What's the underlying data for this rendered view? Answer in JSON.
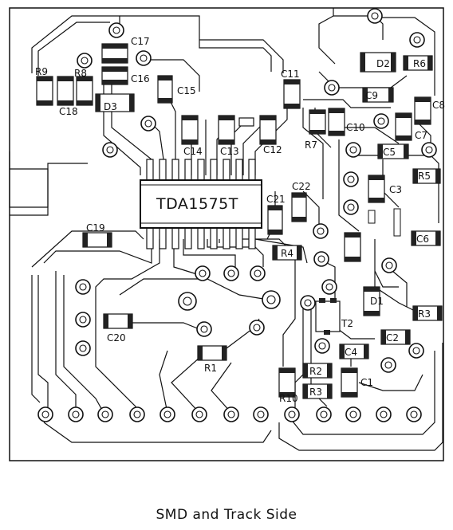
{
  "ic": {
    "label": "TDA1575T"
  },
  "components": [
    {
      "id": "C17",
      "label": "C17"
    },
    {
      "id": "C16",
      "label": "C16"
    },
    {
      "id": "C15",
      "label": "C15"
    },
    {
      "id": "C18",
      "label": "C18"
    },
    {
      "id": "R9",
      "label": "R9"
    },
    {
      "id": "R8",
      "label": "R8"
    },
    {
      "id": "D3",
      "label": "D3"
    },
    {
      "id": "C14",
      "label": "C14"
    },
    {
      "id": "C13",
      "label": "C13"
    },
    {
      "id": "C12",
      "label": "C12"
    },
    {
      "id": "C11",
      "label": "C11"
    },
    {
      "id": "R7",
      "label": "R7"
    },
    {
      "id": "C10",
      "label": "C10"
    },
    {
      "id": "C9",
      "label": "C9"
    },
    {
      "id": "D2",
      "label": "D2"
    },
    {
      "id": "R6",
      "label": "R6"
    },
    {
      "id": "C8",
      "label": "C8"
    },
    {
      "id": "C7",
      "label": "C7"
    },
    {
      "id": "C5",
      "label": "C5"
    },
    {
      "id": "R5",
      "label": "R5"
    },
    {
      "id": "C3",
      "label": "C3"
    },
    {
      "id": "C22",
      "label": "C22"
    },
    {
      "id": "C21",
      "label": "C21"
    },
    {
      "id": "C19",
      "label": "C19"
    },
    {
      "id": "C6",
      "label": "C6"
    },
    {
      "id": "R4",
      "label": "R4"
    },
    {
      "id": "D1",
      "label": "D1"
    },
    {
      "id": "R3",
      "label": "R3"
    },
    {
      "id": "C20",
      "label": "C20"
    },
    {
      "id": "R1",
      "label": "R1"
    },
    {
      "id": "T2",
      "label": "T2"
    },
    {
      "id": "C4",
      "label": "C4"
    },
    {
      "id": "C2",
      "label": "C2"
    },
    {
      "id": "R2",
      "label": "R2"
    },
    {
      "id": "C1",
      "label": "C1"
    },
    {
      "id": "R10",
      "label": "R10"
    },
    {
      "id": "R3b",
      "label": "R3"
    }
  ],
  "caption": "SMD and Track Side"
}
